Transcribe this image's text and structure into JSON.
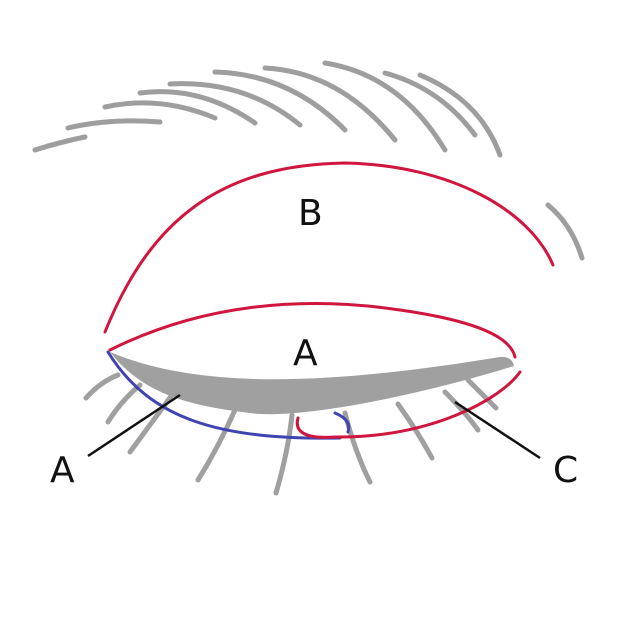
{
  "colors": {
    "zone_red": "#d0163f",
    "zone_blue": "#3f44b0",
    "lashes": "#a0a0a0",
    "eyebrow": "#9e9e9e",
    "labels": "#111111"
  },
  "labels": {
    "upper_lid": "B",
    "crease": "A",
    "lower_inner": "A",
    "lower_outer": "C"
  }
}
